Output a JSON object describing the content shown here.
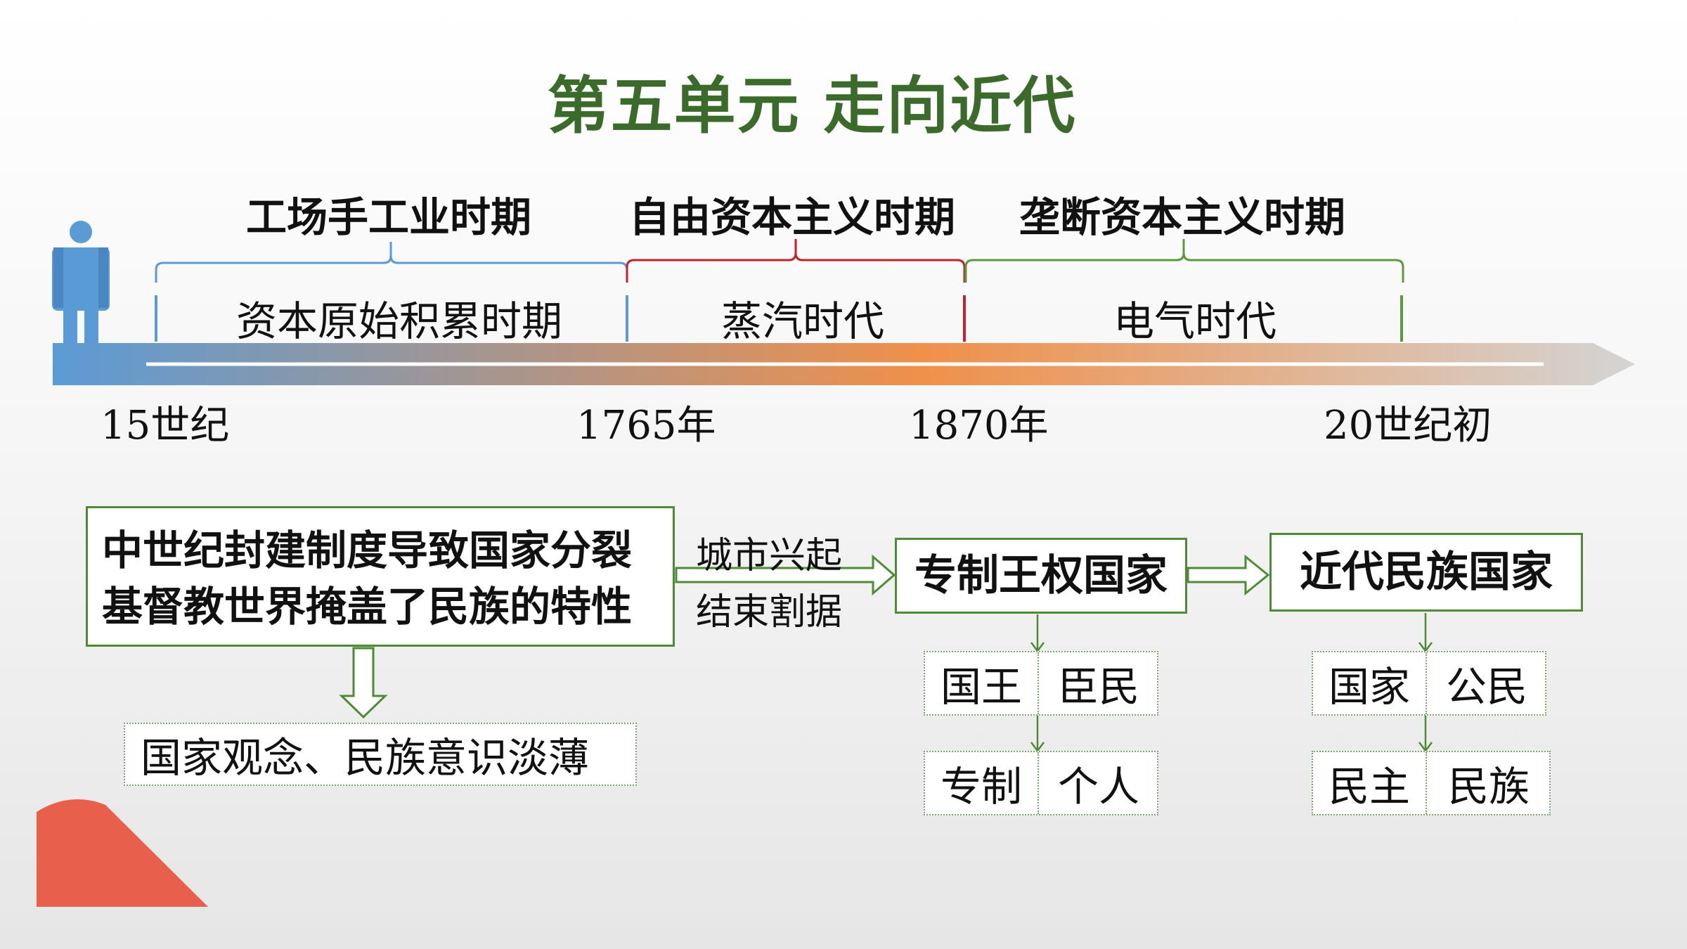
{
  "title": "第五单元 走向近代",
  "periods": [
    {
      "label": "工场手工业时期",
      "era": "资本原始积累时期",
      "color": "#4a90d0"
    },
    {
      "label": "自由资本主义时期",
      "era": "蒸汽时代",
      "color": "#c0242a"
    },
    {
      "label": "垄断资本主义时期",
      "era": "电气时代",
      "color": "#5a9a3a"
    }
  ],
  "timeline_labels": [
    "15世纪",
    "1765年",
    "1870年",
    "20世纪初"
  ],
  "cause": {
    "line1": "中世纪封建制度导致国家分裂",
    "line2": "基督教世界掩盖了民族的特性",
    "result": "国家观念、民族意识淡薄"
  },
  "transition": {
    "line1": "城市兴起",
    "line2": "结束割据"
  },
  "absolute_state": {
    "title": "专制王权国家",
    "row1": [
      "国王",
      "臣民"
    ],
    "row2": [
      "专制",
      "个人"
    ]
  },
  "nation_state": {
    "title": "近代民族国家",
    "row1": [
      "国家",
      "公民"
    ],
    "row2": [
      "民主",
      "民族"
    ]
  },
  "colors": {
    "title_green": "#3b6b2a",
    "box_border": "#4e8b35",
    "arrow_blue": "#5b9bd5",
    "arrow_orange": "#f0904a",
    "arrow_grey": "#d0d0d0",
    "person": "#5b9bd5",
    "corner_shape": "#e8604c"
  }
}
